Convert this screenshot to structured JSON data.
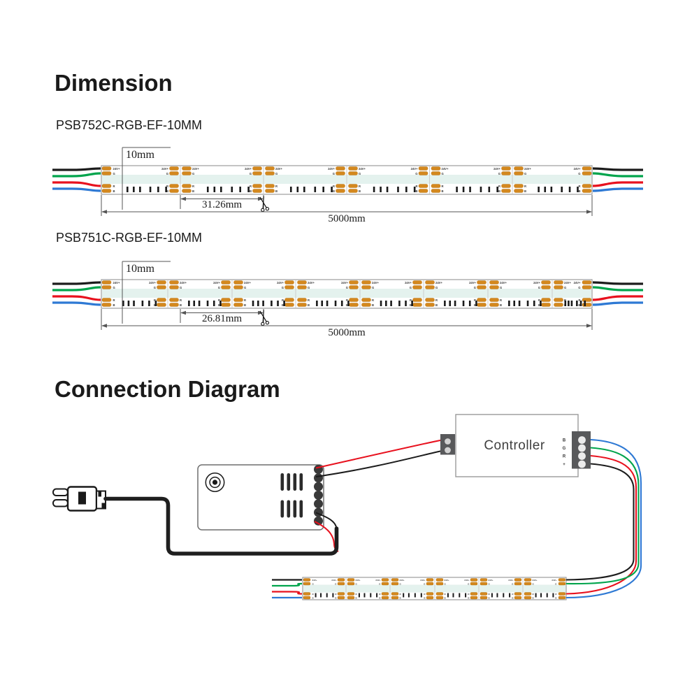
{
  "dimension_section": {
    "title": "Dimension",
    "products": [
      {
        "name": "PSB752C-RGB-EF-10MM",
        "width_label": "10mm",
        "cut_label": "31.26mm",
        "length_label": "5000mm"
      },
      {
        "name": "PSB751C-RGB-EF-10MM",
        "width_label": "10mm",
        "cut_label": "26.81mm",
        "length_label": "5000mm"
      }
    ],
    "pad_labels": {
      "power": "24V+",
      "green": "G",
      "red": "R",
      "blue": "B"
    }
  },
  "connection_section": {
    "title": "Connection Diagram",
    "controller_label": "Controller",
    "controller_ports": [
      "B",
      "G",
      "R",
      "+"
    ]
  },
  "colors": {
    "wire_black": "#1c1c1c",
    "wire_green": "#00a44c",
    "wire_red": "#e8111e",
    "wire_blue": "#2e79d4",
    "pad_gold": "#d4881e",
    "pad_edge": "#b06f12",
    "strip_border": "#9c9c9c",
    "strip_band": "#e4f2ee",
    "group_line": "#c8c8c8",
    "connector_gray": "#58595b",
    "terminal_dark": "#3a3a3a",
    "dim_line": "#555555",
    "text_dark": "#1a1a1a"
  }
}
